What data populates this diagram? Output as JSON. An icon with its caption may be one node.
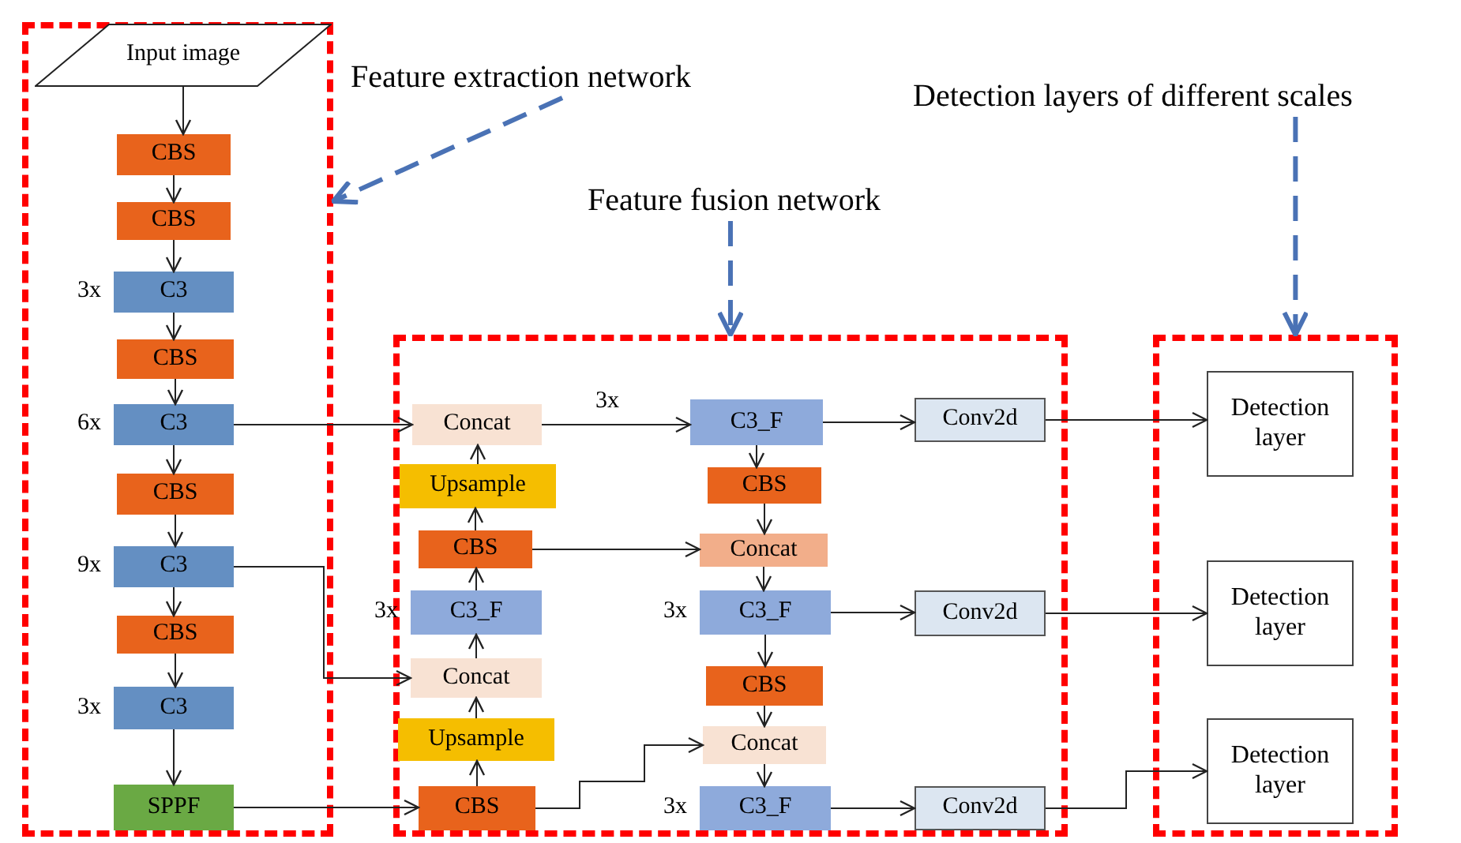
{
  "diagram": {
    "nodes": [
      {
        "text": [],
        "shape": "box"
      },
      {
        "text": [
          "Input image"
        ],
        "in": 0
      },
      {
        "text": [
          "CBS"
        ],
        "in": 0
      },
      {
        "text": [
          "CBS"
        ],
        "in": 0
      },
      {
        "text": [
          "C3"
        ],
        "beside": [
          "3x"
        ],
        "in": 0
      },
      {
        "text": [
          "CBS"
        ],
        "in": 0
      },
      {
        "text": [
          "C3"
        ],
        "beside": [
          "6x"
        ],
        "in": 0
      },
      {
        "text": [
          "CBS"
        ],
        "in": 0
      },
      {
        "text": [
          "C3"
        ],
        "beside": [
          "9x"
        ],
        "in": 0
      },
      {
        "text": [
          "CBS"
        ],
        "in": 0
      },
      {
        "text": [
          "C3"
        ],
        "beside": [
          "3x"
        ],
        "in": 0
      },
      {
        "text": [
          "SPPF"
        ],
        "in": 0
      },
      {
        "text": [
          "Feature extraction network"
        ]
      },
      {
        "text": [
          "Feature fusion network"
        ]
      },
      {
        "text": [],
        "shape": "box"
      },
      {
        "text": [
          "Concat"
        ],
        "in": 14
      },
      {
        "text": [
          "Upsample"
        ],
        "in": 14
      },
      {
        "text": [
          "CBS"
        ],
        "in": 14
      },
      {
        "text": [
          "C3_F"
        ],
        "beside": [
          "3x"
        ],
        "in": 14
      },
      {
        "text": [
          "Concat"
        ],
        "in": 14
      },
      {
        "text": [
          "Upsample"
        ],
        "in": 14
      },
      {
        "text": [
          "CBS"
        ],
        "in": 14
      },
      {
        "text": [
          "C3_F"
        ],
        "in": 14
      },
      {
        "text": [
          "CBS"
        ],
        "in": 14
      },
      {
        "text": [
          "Concat"
        ],
        "in": 14
      },
      {
        "text": [
          "C3_F"
        ],
        "beside": [
          "3x"
        ],
        "in": 14
      },
      {
        "text": [
          "CBS"
        ],
        "in": 14
      },
      {
        "text": [
          "Concat"
        ],
        "in": 14
      },
      {
        "text": [
          "C3_F"
        ],
        "beside": [
          "3x"
        ],
        "in": 14
      },
      {
        "text": [
          "Conv2d"
        ],
        "in": 14
      },
      {
        "text": [
          "Conv2d"
        ],
        "in": 14
      },
      {
        "text": [
          "Conv2d"
        ],
        "in": 14
      },
      {
        "text": [
          "Detection layers of different scales"
        ]
      },
      {
        "text": [],
        "shape": "box"
      },
      {
        "text": [
          "Detection layer"
        ],
        "in": 33
      },
      {
        "text": [
          "Detection layer"
        ],
        "in": 33
      },
      {
        "text": [
          "Detection layer"
        ],
        "in": 33
      }
    ],
    "edges": [
      {
        "from": 1,
        "to": 2,
        "arrow": "to"
      },
      {
        "from": 2,
        "to": 3,
        "arrow": "to"
      },
      {
        "from": 3,
        "to": 4,
        "arrow": "to"
      },
      {
        "from": 4,
        "to": 5,
        "arrow": "to"
      },
      {
        "from": 5,
        "to": 6,
        "arrow": "to"
      },
      {
        "from": 6,
        "to": 7,
        "arrow": "to"
      },
      {
        "from": 7,
        "to": 8,
        "arrow": "to"
      },
      {
        "from": 8,
        "to": 9,
        "arrow": "to"
      },
      {
        "from": 9,
        "to": 10,
        "arrow": "to"
      },
      {
        "from": 10,
        "to": 11,
        "arrow": "to"
      },
      {
        "from": 6,
        "to": 15,
        "arrow": "to"
      },
      {
        "from": 8,
        "to": 19,
        "arrow": "to"
      },
      {
        "from": 11,
        "to": 21,
        "arrow": "to"
      },
      {
        "from": 21,
        "to": 20,
        "arrow": "to"
      },
      {
        "from": 20,
        "to": 19,
        "arrow": "to"
      },
      {
        "from": 19,
        "to": 18,
        "arrow": "to"
      },
      {
        "from": 18,
        "to": 17,
        "arrow": "to"
      },
      {
        "from": 17,
        "to": 16,
        "arrow": "to"
      },
      {
        "from": 16,
        "to": 15,
        "arrow": "to"
      },
      {
        "from": 15,
        "to": 22,
        "arrow": "to",
        "label": "3x"
      },
      {
        "from": 17,
        "to": 24,
        "arrow": "to"
      },
      {
        "from": 21,
        "to": 27,
        "arrow": "to"
      },
      {
        "from": 22,
        "to": 23,
        "arrow": "to"
      },
      {
        "from": 23,
        "to": 24,
        "arrow": "to"
      },
      {
        "from": 24,
        "to": 25,
        "arrow": "to"
      },
      {
        "from": 25,
        "to": 26,
        "arrow": "to"
      },
      {
        "from": 26,
        "to": 27,
        "arrow": "to"
      },
      {
        "from": 27,
        "to": 28,
        "arrow": "to"
      },
      {
        "from": 22,
        "to": 29,
        "arrow": "to"
      },
      {
        "from": 25,
        "to": 30,
        "arrow": "to"
      },
      {
        "from": 28,
        "to": 31,
        "arrow": "to"
      },
      {
        "from": 29,
        "to": 34,
        "arrow": "to"
      },
      {
        "from": 30,
        "to": 35,
        "arrow": "to"
      },
      {
        "from": 31,
        "to": 36,
        "arrow": "to"
      },
      {
        "from": 12,
        "to": 0,
        "arrow": "to",
        "style": "dashed",
        "color": "#4a72b5"
      },
      {
        "from": 13,
        "to": 14,
        "arrow": "to",
        "style": "dashed",
        "color": "#4a72b5"
      },
      {
        "from": 32,
        "to": 33,
        "arrow": "to",
        "style": "dashed",
        "color": "#4a72b5"
      }
    ]
  }
}
